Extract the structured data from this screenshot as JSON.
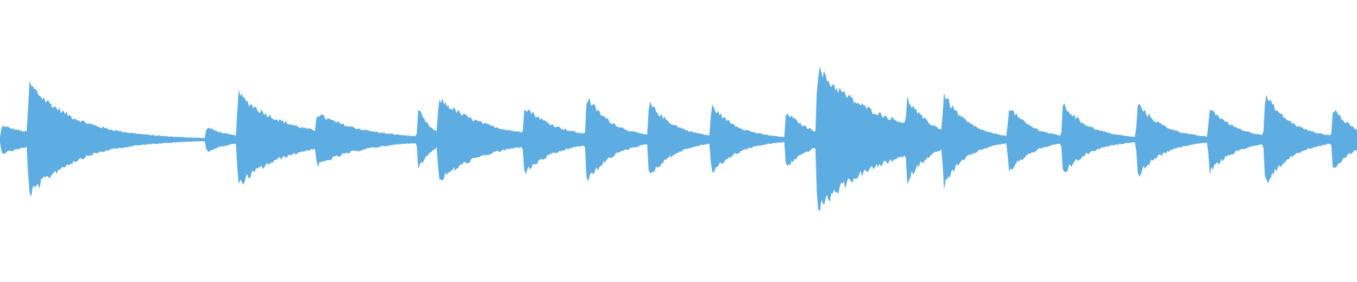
{
  "waveform": {
    "color": "#5dade2",
    "background": "#ffffff",
    "duration_fraction_units": "fraction-of-track",
    "baseline_amplitude": 0.01,
    "hits": [
      {
        "onset": 0.0,
        "peak": 0.14,
        "decay": 0.03
      },
      {
        "onset": 0.02,
        "peak": 0.56,
        "decay": 0.035
      },
      {
        "onset": 0.151,
        "peak": 0.13,
        "decay": 0.018
      },
      {
        "onset": 0.174,
        "peak": 0.46,
        "decay": 0.035
      },
      {
        "onset": 0.232,
        "peak": 0.26,
        "decay": 0.035
      },
      {
        "onset": 0.307,
        "peak": 0.33,
        "decay": 0.01
      },
      {
        "onset": 0.322,
        "peak": 0.41,
        "decay": 0.035
      },
      {
        "onset": 0.385,
        "peak": 0.34,
        "decay": 0.025
      },
      {
        "onset": 0.431,
        "peak": 0.44,
        "decay": 0.02
      },
      {
        "onset": 0.477,
        "peak": 0.38,
        "decay": 0.02
      },
      {
        "onset": 0.523,
        "peak": 0.35,
        "decay": 0.02
      },
      {
        "onset": 0.578,
        "peak": 0.29,
        "decay": 0.018
      },
      {
        "onset": 0.601,
        "peak": 0.7,
        "decay": 0.045
      },
      {
        "onset": 0.667,
        "peak": 0.43,
        "decay": 0.018
      },
      {
        "onset": 0.694,
        "peak": 0.48,
        "decay": 0.018
      },
      {
        "onset": 0.742,
        "peak": 0.34,
        "decay": 0.018
      },
      {
        "onset": 0.782,
        "peak": 0.36,
        "decay": 0.02
      },
      {
        "onset": 0.837,
        "peak": 0.37,
        "decay": 0.02
      },
      {
        "onset": 0.89,
        "peak": 0.33,
        "decay": 0.02
      },
      {
        "onset": 0.931,
        "peak": 0.46,
        "decay": 0.02
      },
      {
        "onset": 0.981,
        "peak": 0.34,
        "decay": 0.015
      }
    ]
  }
}
